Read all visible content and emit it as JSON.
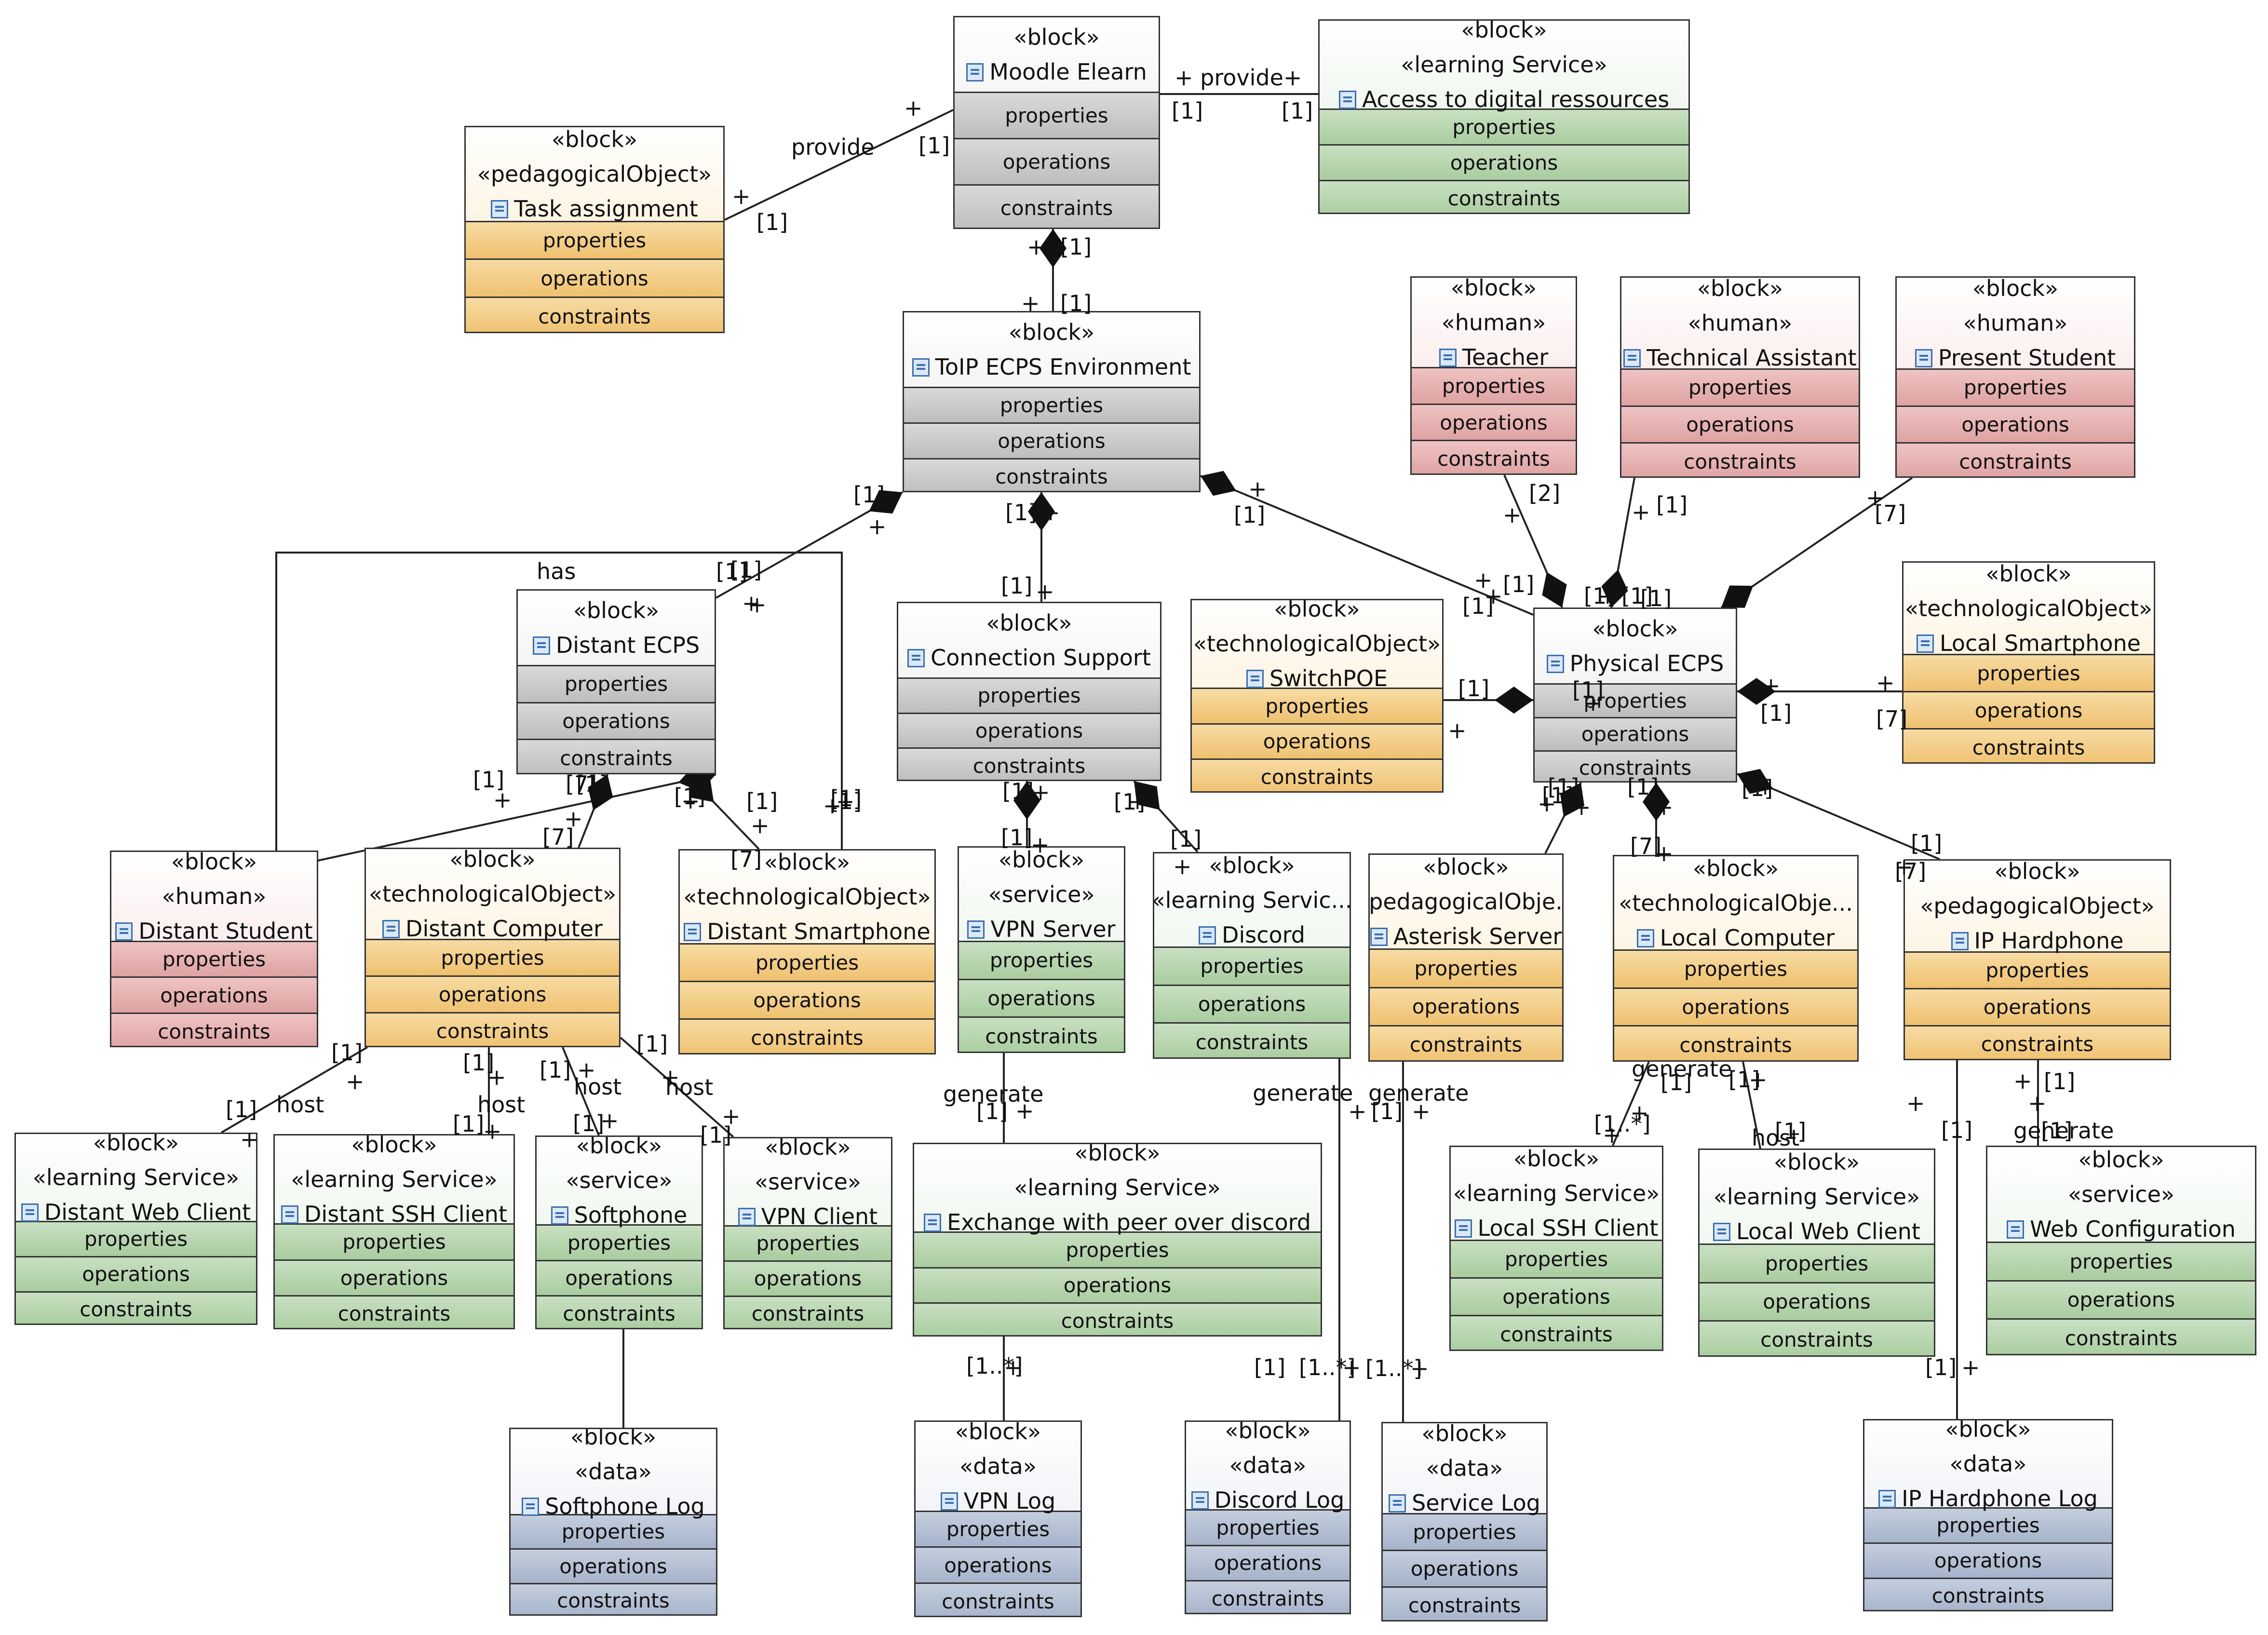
{
  "colors": {
    "gray": "#c8c8c8",
    "green": "#b6d5ad",
    "orange": "#f4cf86",
    "pink": "#e6b3b3",
    "blue": "#b5c0d4",
    "line": "#222222"
  },
  "compartments": [
    "properties",
    "operations",
    "constraints"
  ],
  "blocks": [
    {
      "id": "moodle",
      "stereotypes": [
        "«block»"
      ],
      "name": "Moodle Elearn",
      "color": "gray"
    },
    {
      "id": "access",
      "stereotypes": [
        "«block»",
        "«learning Service»"
      ],
      "name": "Access to digital ressources",
      "color": "green"
    },
    {
      "id": "task",
      "stereotypes": [
        "«block»",
        "«pedagogicalObject»"
      ],
      "name": "Task assignment",
      "color": "orange"
    },
    {
      "id": "toip",
      "stereotypes": [
        "«block»"
      ],
      "name": "ToIP ECPS Environment",
      "color": "gray"
    },
    {
      "id": "teacher",
      "stereotypes": [
        "«block»",
        "«human»"
      ],
      "name": "Teacher",
      "color": "pink"
    },
    {
      "id": "techassist",
      "stereotypes": [
        "«block»",
        "«human»"
      ],
      "name": "Technical Assistant",
      "color": "pink"
    },
    {
      "id": "presstud",
      "stereotypes": [
        "«block»",
        "«human»"
      ],
      "name": "Present Student",
      "color": "pink"
    },
    {
      "id": "distantecps",
      "stereotypes": [
        "«block»"
      ],
      "name": "Distant ECPS",
      "color": "gray"
    },
    {
      "id": "connsupport",
      "stereotypes": [
        "«block»"
      ],
      "name": "Connection Support",
      "color": "gray"
    },
    {
      "id": "switchpoe",
      "stereotypes": [
        "«block»",
        "«technologicalObject»"
      ],
      "name": "SwitchPOE",
      "color": "orange"
    },
    {
      "id": "physecps",
      "stereotypes": [
        "«block»"
      ],
      "name": "Physical ECPS",
      "color": "gray"
    },
    {
      "id": "localsmart",
      "stereotypes": [
        "«block»",
        "«technologicalObject»"
      ],
      "name": "Local Smartphone",
      "color": "orange"
    },
    {
      "id": "diststudent",
      "stereotypes": [
        "«block»",
        "«human»"
      ],
      "name": "Distant Student",
      "color": "pink"
    },
    {
      "id": "distcomp",
      "stereotypes": [
        "«block»",
        "«technologicalObject»"
      ],
      "name": "Distant Computer",
      "color": "orange"
    },
    {
      "id": "distsmart",
      "stereotypes": [
        "«block»",
        "«technologicalObject»"
      ],
      "name": "Distant Smartphone",
      "color": "orange"
    },
    {
      "id": "vpnserver",
      "stereotypes": [
        "«block»",
        "«service»"
      ],
      "name": "VPN Server",
      "color": "green"
    },
    {
      "id": "discord",
      "stereotypes": [
        "«block»",
        "«learning Servic..."
      ],
      "name": "Discord",
      "color": "green"
    },
    {
      "id": "asterisk",
      "stereotypes": [
        "«block»",
        "«pedagogicalObje..."
      ],
      "name": "Asterisk Server",
      "color": "orange"
    },
    {
      "id": "localcomp",
      "stereotypes": [
        "«block»",
        "«technologicalObje..."
      ],
      "name": "Local Computer",
      "color": "orange"
    },
    {
      "id": "iphard",
      "stereotypes": [
        "«block»",
        "«pedagogicalObject»"
      ],
      "name": "IP Hardphone",
      "color": "orange"
    },
    {
      "id": "distweb",
      "stereotypes": [
        "«block»",
        "«learning Service»"
      ],
      "name": "Distant Web Client",
      "color": "green"
    },
    {
      "id": "distssh",
      "stereotypes": [
        "«block»",
        "«learning Service»"
      ],
      "name": "Distant SSH Client",
      "color": "green"
    },
    {
      "id": "softphone",
      "stereotypes": [
        "«block»",
        "«service»"
      ],
      "name": "Softphone",
      "color": "green"
    },
    {
      "id": "vpnclient",
      "stereotypes": [
        "«block»",
        "«service»"
      ],
      "name": "VPN Client",
      "color": "green"
    },
    {
      "id": "exchange",
      "stereotypes": [
        "«block»",
        "«learning Service»"
      ],
      "name": "Exchange with peer over discord",
      "color": "green"
    },
    {
      "id": "localssh",
      "stereotypes": [
        "«block»",
        "«learning Service»"
      ],
      "name": "Local SSH Client",
      "color": "green"
    },
    {
      "id": "localweb",
      "stereotypes": [
        "«block»",
        "«learning Service»"
      ],
      "name": "Local Web Client",
      "color": "green"
    },
    {
      "id": "webconfig",
      "stereotypes": [
        "«block»",
        "«service»"
      ],
      "name": "Web Configuration",
      "color": "green"
    },
    {
      "id": "softlog",
      "stereotypes": [
        "«block»",
        "«data»"
      ],
      "name": "Softphone Log",
      "color": "blue"
    },
    {
      "id": "vpnlog",
      "stereotypes": [
        "«block»",
        "«data»"
      ],
      "name": "VPN Log",
      "color": "blue"
    },
    {
      "id": "discordlog",
      "stereotypes": [
        "«block»",
        "«data»"
      ],
      "name": "Discord Log",
      "color": "blue"
    },
    {
      "id": "servicelog",
      "stereotypes": [
        "«block»",
        "«data»"
      ],
      "name": "Service Log",
      "color": "blue"
    },
    {
      "id": "iphardlog",
      "stereotypes": [
        "«block»",
        "«data»"
      ],
      "name": "IP Hardphone Log",
      "color": "blue"
    }
  ],
  "connectors": [
    {
      "id": "c1",
      "kind": "assoc"
    },
    {
      "id": "c2",
      "kind": "assoc"
    },
    {
      "id": "c3",
      "kind": "composition"
    },
    {
      "id": "c4",
      "kind": "composition"
    },
    {
      "id": "c5",
      "kind": "composition"
    },
    {
      "id": "c6",
      "kind": "composition"
    },
    {
      "id": "c7",
      "kind": "composition"
    },
    {
      "id": "c8",
      "kind": "composition"
    },
    {
      "id": "c9",
      "kind": "composition"
    },
    {
      "id": "c10",
      "kind": "composition"
    },
    {
      "id": "c11",
      "kind": "composition"
    },
    {
      "id": "c12",
      "kind": "composition"
    },
    {
      "id": "c13",
      "kind": "composition"
    },
    {
      "id": "c14",
      "kind": "composition"
    },
    {
      "id": "c15",
      "kind": "composition"
    },
    {
      "id": "c16",
      "kind": "composition"
    },
    {
      "id": "c17",
      "kind": "composition"
    },
    {
      "id": "c18",
      "kind": "composition"
    },
    {
      "id": "c19",
      "kind": "composition"
    },
    {
      "id": "c20",
      "kind": "composition"
    },
    {
      "id": "c21",
      "kind": "composition"
    },
    {
      "id": "c22",
      "kind": "composition"
    },
    {
      "id": "c23",
      "kind": "assoc"
    },
    {
      "id": "c24",
      "kind": "assoc"
    },
    {
      "id": "c25",
      "kind": "assoc"
    },
    {
      "id": "c26",
      "kind": "assoc"
    },
    {
      "id": "c27",
      "kind": "assoc"
    },
    {
      "id": "c28",
      "kind": "assoc"
    },
    {
      "id": "c29",
      "kind": "assoc"
    },
    {
      "id": "c30",
      "kind": "assoc"
    },
    {
      "id": "c31",
      "kind": "assoc"
    },
    {
      "id": "c32",
      "kind": "assoc"
    },
    {
      "id": "c33",
      "kind": "assoc"
    },
    {
      "id": "c34",
      "kind": "assoc"
    },
    {
      "id": "c35",
      "kind": "assoc"
    },
    {
      "id": "c36",
      "kind": "assoc"
    }
  ],
  "labels": [
    "+ provide+",
    "[1]",
    "[1]",
    "+",
    "provide",
    "[1]",
    "+",
    "[1]",
    "+",
    "[1]",
    "+",
    "[1]",
    "[1]",
    "+",
    "[1]",
    "+",
    "[1]",
    "+",
    "[1]",
    "+",
    "+",
    "[1]",
    "+",
    "[1]",
    "[1]",
    "+",
    "has",
    "[1]",
    "+",
    "[1]",
    "+",
    "[2]",
    "+",
    "[1]",
    "+",
    "[7]",
    "+",
    "[1]",
    "+",
    "[1]",
    "+",
    "[1]",
    "+",
    "[1]",
    "+",
    "[1]",
    "[1]",
    "+",
    "[7]",
    "+",
    "[1]",
    "+",
    "[7]",
    "[1]",
    "+",
    "[7]",
    "[1]",
    "+",
    "[1]",
    "+",
    "[7]",
    "[1]",
    "+",
    "[1]",
    "+",
    "[1]",
    "+",
    "[1]",
    "+",
    "[1]",
    "+",
    "[1]",
    "+",
    "[1]",
    "+",
    "[1]",
    "+",
    "[7]",
    "+",
    "[1]",
    "+",
    "[1]",
    "+",
    "[7]",
    "[1]",
    "+",
    "host",
    "[1]",
    "+",
    "[1]",
    "+",
    "host",
    "[1]",
    "+",
    "[1]",
    "+",
    "host",
    "[1]",
    "+",
    "[1]",
    "+",
    "host",
    "[1]",
    "+",
    "generate",
    "[1]",
    "+",
    "[1..*]",
    "+",
    "[1]",
    "+",
    "generate",
    "[1..*]",
    "+",
    "generate",
    "[1]",
    "+",
    "[1..*]",
    "+",
    "generate",
    "[1]",
    "+",
    "[1..*]",
    "+",
    "[1]",
    "+",
    "host",
    "[1]",
    "+",
    "[1]",
    "+",
    "[1]",
    "+",
    "generate",
    "[1]",
    "[1]",
    "+",
    "host",
    "[1]",
    "+",
    "[1]",
    "+"
  ]
}
